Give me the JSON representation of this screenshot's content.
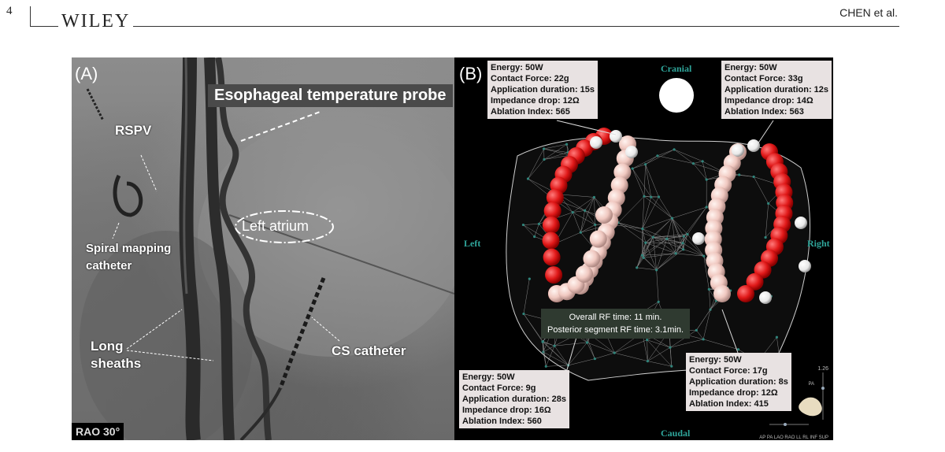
{
  "header": {
    "page_number": "4",
    "publisher": "WILEY",
    "running_head": "CHEN et al."
  },
  "panel_a": {
    "label": "(A)",
    "probe_label": "Esophageal temperature probe",
    "rspv_label": "RSPV",
    "spiral_label_1": "Spiral mapping",
    "spiral_label_2": "catheter",
    "la_label": "Left atrium",
    "sheaths_label_1": "Long",
    "sheaths_label_2": "sheaths",
    "cs_label": "CS catheter",
    "view_label": "RAO 30°"
  },
  "panel_b": {
    "label": "(B)",
    "cranial": "Cranial",
    "caudal": "Caudal",
    "left": "Left",
    "right": "Right",
    "info_boxes": [
      {
        "l1": "Energy: 50W",
        "l2": "Contact Force: 22g",
        "l3": "Application duration: 15s",
        "l4": "Impedance drop: 12Ω",
        "l5": "Ablation Index: 565"
      },
      {
        "l1": "Energy: 50W",
        "l2": "Contact Force: 33g",
        "l3": "Application duration: 12s",
        "l4": "Impedance drop: 14Ω",
        "l5": "Ablation Index: 563"
      },
      {
        "l1": "Energy: 50W",
        "l2": "Contact Force: 9g",
        "l3": "Application duration: 28s",
        "l4": "Impedance drop: 16Ω",
        "l5": "Ablation Index: 560"
      },
      {
        "l1": "Energy: 50W",
        "l2": "Contact Force: 17g",
        "l3": "Application duration: 8s",
        "l4": "Impedance drop: 12Ω",
        "l5": "Ablation Index: 415"
      }
    ],
    "rf_time_1": "Overall RF time: 11 min.",
    "rf_time_2": "Posterior segment RF time: 3.1min.",
    "scale_value": "1.26",
    "mini_view": "PA",
    "view_buttons": "AP PA LAO RAO LL RL INF SUP",
    "colors": {
      "lesion_red": "#e01818",
      "lesion_pink": "#f0c8c0",
      "lesion_white": "#f4f4f4",
      "mesh": "#cfcfcf",
      "label_teal": "#2fa59a"
    }
  }
}
